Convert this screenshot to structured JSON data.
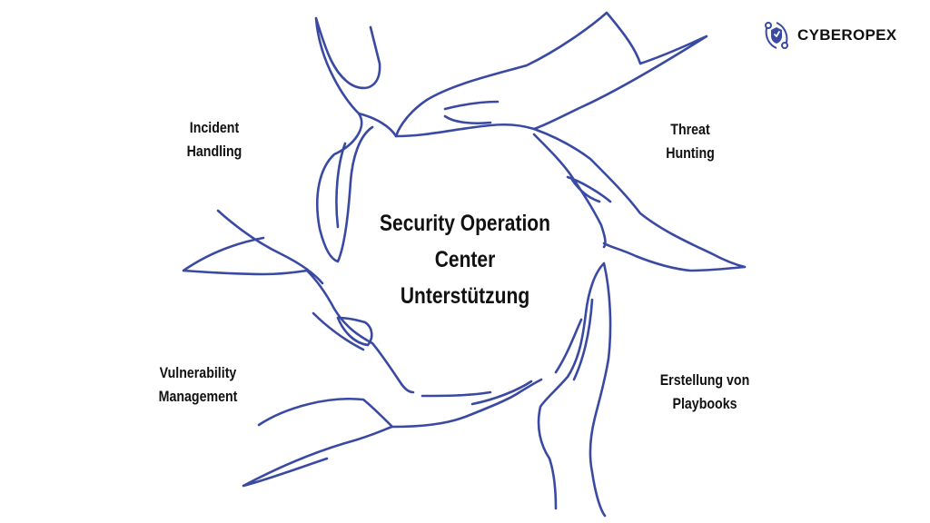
{
  "brand": {
    "name": "CYBEROPEX",
    "accent_color": "#3a4aa3",
    "logo_icon": "shield-network-icon"
  },
  "center": {
    "line1": "Security Operation",
    "line2": "Center",
    "line3": "Unterstützung"
  },
  "labels": {
    "incident_handling": {
      "line1": "Incident",
      "line2": "Handling"
    },
    "threat_hunting": {
      "line1": "Threat",
      "line2": "Hunting"
    },
    "vulnerability_management": {
      "line1": "Vulnerability",
      "line2": "Management"
    },
    "playbooks": {
      "line1": "Erstellung von",
      "line2": "Playbooks"
    }
  },
  "illustration": {
    "icon": "hands-circle-line-art",
    "stroke_color": "#3a4aa3"
  }
}
